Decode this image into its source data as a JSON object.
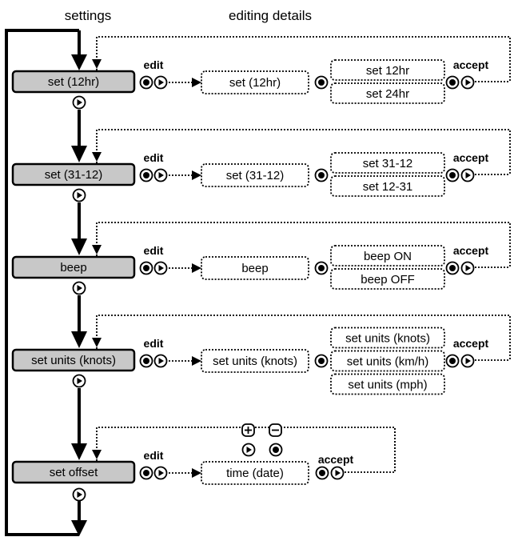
{
  "headers": {
    "settings": "settings",
    "details": "editing details"
  },
  "labels": {
    "edit": "edit",
    "accept": "accept"
  },
  "rows": [
    {
      "setting": "set (12hr)",
      "detail": "set (12hr)",
      "options": [
        "set 12hr",
        "set 24hr"
      ]
    },
    {
      "setting": "set (31-12)",
      "detail": "set (31-12)",
      "options": [
        "set 31-12",
        "set 12-31"
      ]
    },
    {
      "setting": "beep",
      "detail": "beep",
      "options": [
        "beep ON",
        "beep OFF"
      ]
    },
    {
      "setting": "set units (knots)",
      "detail": "set units (knots)",
      "options": [
        "set units (knots)",
        "set units (km/h)",
        "set units (mph)"
      ]
    },
    {
      "setting": "set offset",
      "detail": "time (date)",
      "options": []
    }
  ],
  "adjust_symbols": {
    "plus": "+",
    "minus": "−"
  },
  "colors": {
    "setting_fill": "#c8c8c8",
    "line": "#000000"
  }
}
